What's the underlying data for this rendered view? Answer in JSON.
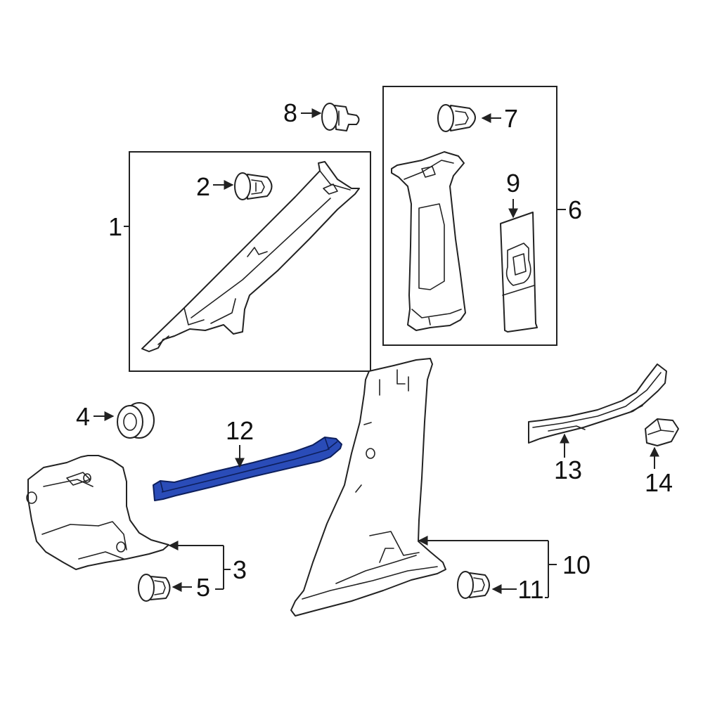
{
  "callouts": {
    "c1": "1",
    "c2": "2",
    "c3": "3",
    "c4": "4",
    "c5": "5",
    "c6": "6",
    "c7": "7",
    "c8": "8",
    "c9": "9",
    "c10": "10",
    "c11": "11",
    "c12": "12",
    "c13": "13",
    "c14": "14"
  },
  "colors": {
    "highlight": "#2a4cb8",
    "line": "#222222",
    "background": "#ffffff"
  }
}
